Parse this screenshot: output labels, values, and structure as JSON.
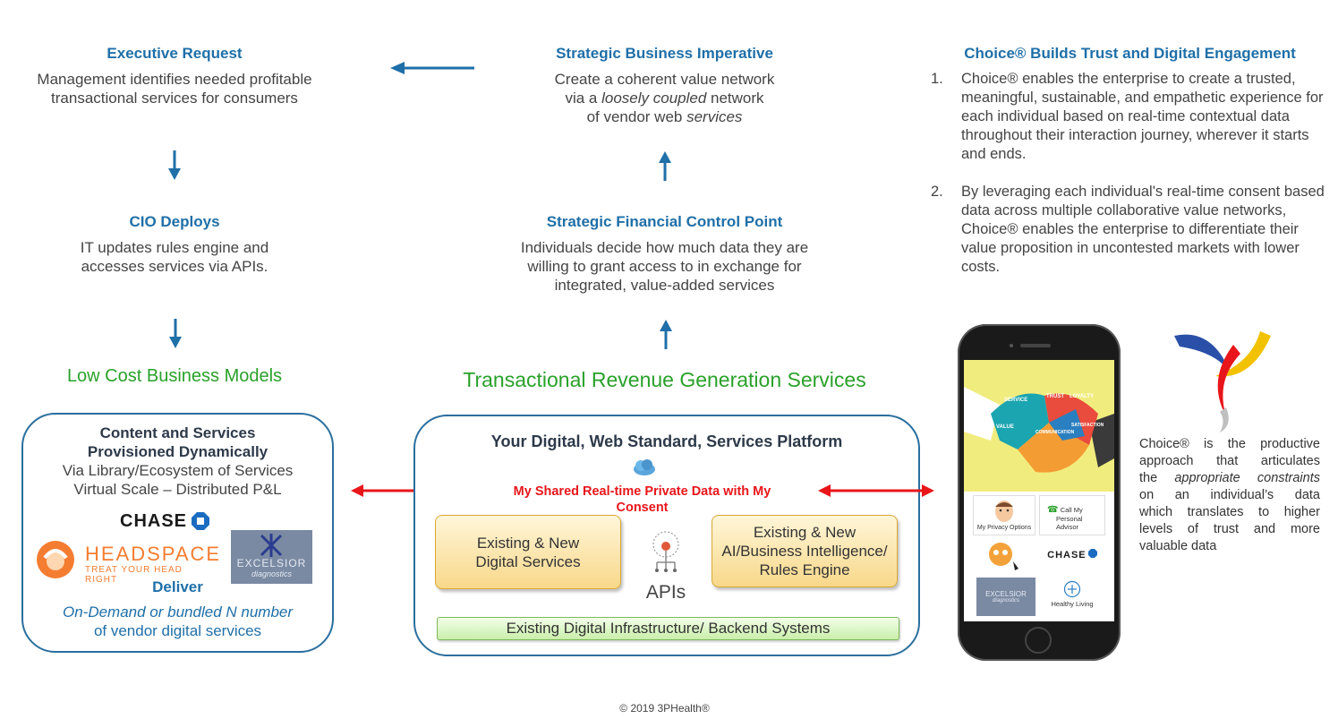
{
  "executive_request": {
    "title": "Executive Request",
    "body_line1": "Management identifies needed profitable",
    "body_line2": "transactional services for consumers"
  },
  "strategic_imperative": {
    "title": "Strategic Business Imperative",
    "line1": "Create a coherent value network",
    "line2_prefix": "via a ",
    "line2_em": "loosely coupled",
    "line2_suffix": " network",
    "line3_prefix": "of vendor web ",
    "line3_em": "services"
  },
  "choice_builds": {
    "title": "Choice® Builds Trust and Digital Engagement",
    "items": [
      {
        "num": "1.",
        "text": "Choice® enables the enterprise to create a trusted, meaningful, sustainable, and empathetic experience for each individual based on real-time contextual data throughout their interaction journey, wherever it starts and ends."
      },
      {
        "num": "2.",
        "text": "By leveraging each individual's real-time consent based data across multiple collaborative value networks, Choice® enables the enterprise to differentiate their value proposition in uncontested markets with lower costs."
      }
    ]
  },
  "cio_deploys": {
    "title": "CIO Deploys",
    "line1": "IT updates rules engine and",
    "line2": "accesses services via APIs."
  },
  "financial_control": {
    "title": "Strategic Financial Control Point",
    "line1": "Individuals decide how much data they are",
    "line2": "willing to grant access to in exchange for",
    "line3": "integrated, value-added services"
  },
  "low_cost_title": "Low Cost Business Models",
  "transactional_title": "Transactional Revenue Generation Services",
  "content_box": {
    "title_line1": "Content and Services",
    "title_line2": "Provisioned Dynamically",
    "line1": "Via Library/Ecosystem of Services",
    "line2": "Virtual Scale – Distributed P&L",
    "chase": "CHASE",
    "headspace": "HEADSPACE",
    "headspace_tagline": "TREAT YOUR HEAD RIGHT",
    "excelsior": "EXCELSIOR",
    "excelsior_sub": "diagnostics",
    "deliver": "Deliver",
    "ondemand_line1": "On-Demand or bundled N number",
    "ondemand_line2": "of vendor digital services"
  },
  "platform_box": {
    "title": "Your Digital, Web Standard, Services Platform",
    "red_line1": "My Shared Real-time Private Data with My",
    "red_line2": "Consent",
    "digital_services_line1": "Existing & New",
    "digital_services_line2": "Digital Services",
    "ai_line1": "Existing & New",
    "ai_line2": "AI/Business Intelligence/",
    "ai_line3": "Rules Engine",
    "apis": "APIs",
    "infrastructure": "Existing Digital Infrastructure/ Backend Systems"
  },
  "phone": {
    "puzzle_words": [
      "SERVICE",
      "TRUST",
      "LOYALTY",
      "VALUE",
      "COMMUNICATION",
      "SATISFACTION"
    ],
    "privacy": "My Privacy Options",
    "call_line1": "Call My",
    "call_line2": "Personal Advisor",
    "chase": "CHASE",
    "excelsior": "EXCELSIOR",
    "excelsior_sub": "diagnostics",
    "healthy": "Healthy Living"
  },
  "choice_description": {
    "line1_prefix": "Choice®",
    "line1_rest": " is the productive",
    "line2": "approach that articulates",
    "line3_prefix": "the ",
    "line3_em": "appropriate constraints",
    "line4": "on an individual’s data",
    "line5": "which translates to higher",
    "line6": "levels of trust and more",
    "line7": "valuable data"
  },
  "copyright": "© 2019 3PHealth®",
  "colors": {
    "heading_blue": "#1f6fa8",
    "green": "#2aa12a",
    "red": "#e8161b",
    "box_border": "#2a6f9e"
  }
}
